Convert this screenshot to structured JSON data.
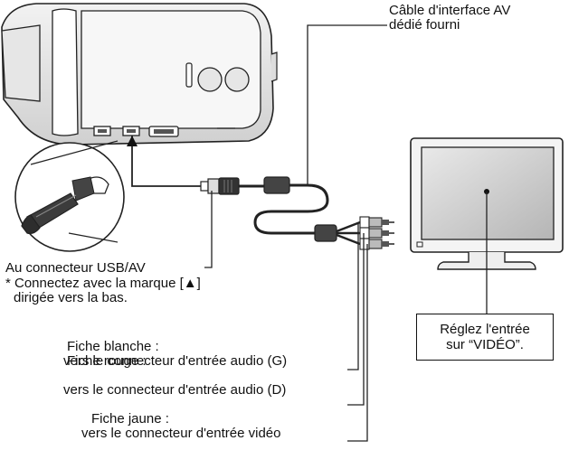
{
  "labels": {
    "cable_line1": "Câble d'interface AV",
    "cable_line2": "dédié fourni",
    "usb_connector": "Au connecteur USB/AV",
    "note_line1": "* Connectez avec la marque [▲]",
    "note_line2": "dirigée vers la bas.",
    "white_plug_title": "Fiche blanche :",
    "white_plug_desc": "vers le connecteur d'entrée audio (G)",
    "red_plug_title": "Fiche rouge :",
    "red_plug_desc": "vers le connecteur d'entrée audio (D)",
    "yellow_plug_title": "Fiche jaune :",
    "yellow_plug_desc": "vers le connecteur d'entrée vidéo"
  },
  "callout": {
    "line1": "Réglez l'entrée",
    "line2": "sur “VIDÉO”."
  },
  "icons": [
    "camcorder-illustration",
    "usb-av-plug-illustration",
    "av-cable-illustration",
    "rca-plugs-illustration",
    "television-illustration",
    "triangle-mark-icon"
  ]
}
